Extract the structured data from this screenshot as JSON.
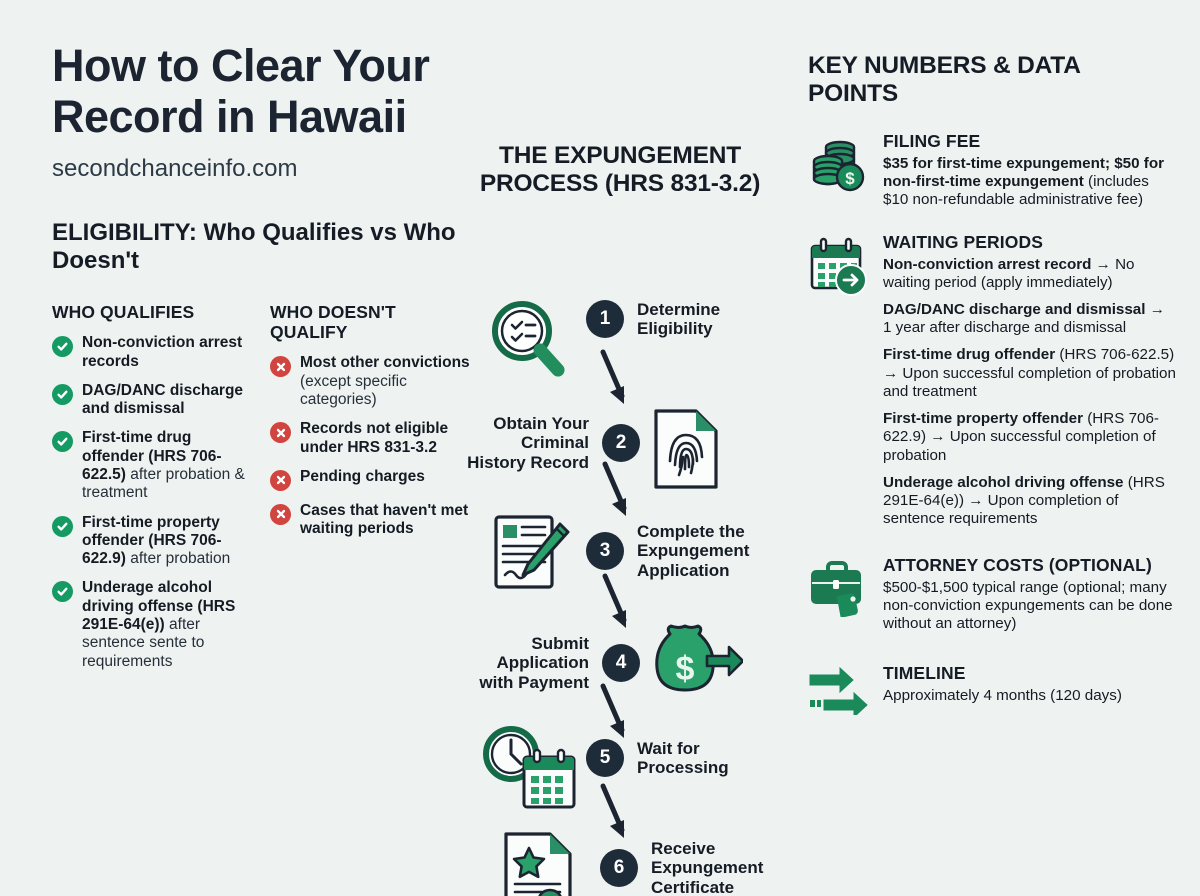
{
  "header": {
    "title": "How to Clear Your Record in Hawaii",
    "site": "secondchanceinfo.com"
  },
  "eligibility": {
    "heading": "ELIGIBILITY: Who Qualifies vs Who Doesn't",
    "qualifies": {
      "heading": "WHO QUALIFIES",
      "items": [
        {
          "bold": "Non-conviction arrest records",
          "light": ""
        },
        {
          "bold": "DAG/DANC discharge and dismissal",
          "light": ""
        },
        {
          "bold": "First-time drug offender (HRS 706-622.5)",
          "light": " after probation & treatment"
        },
        {
          "bold": "First-time property offender (HRS 706-622.9)",
          "light": " after probation"
        },
        {
          "bold": "Underage alcohol driving offense (HRS 291E-64(e))",
          "light": " after sentence sente to requirements"
        }
      ]
    },
    "doesnt": {
      "heading": "WHO DOESN'T QUALIFY",
      "items": [
        {
          "bold": "Most other convictions",
          "light": " (except specific categories)"
        },
        {
          "bold": "Records not eligible under HRS 831-3.2",
          "light": ""
        },
        {
          "bold": "Pending charges",
          "light": ""
        },
        {
          "bold": "Cases that haven't met waiting periods",
          "light": ""
        }
      ]
    }
  },
  "process": {
    "title": "THE EXPUNGEMENT PROCESS (HRS 831-3.2)",
    "steps": [
      {
        "num": "1",
        "label": "Determine Eligibility",
        "side": "right",
        "icon": "magnifier-checklist-icon"
      },
      {
        "num": "2",
        "label": "Obtain Your Criminal History Record",
        "side": "left",
        "icon": "fingerprint-document-icon"
      },
      {
        "num": "3",
        "label": "Complete the Expungement Application",
        "side": "right",
        "icon": "form-pen-icon"
      },
      {
        "num": "4",
        "label": "Submit Application with Payment",
        "side": "left",
        "icon": "money-bag-arrow-icon"
      },
      {
        "num": "5",
        "label": "Wait for Processing",
        "side": "right",
        "icon": "clock-calendar-icon"
      },
      {
        "num": "6",
        "label": "Receive Expungement Certificate",
        "side": "right",
        "icon": "certificate-icon"
      }
    ]
  },
  "key_numbers": {
    "title": "KEY NUMBERS & DATA POINTS",
    "blocks": [
      {
        "icon": "coins-stack-icon",
        "title": "FILING FEE",
        "lines": [
          {
            "bold": "$35 for first-time expungement; $50 for non-first-time expungement",
            "light": " (includes $10 non-refundable administrative fee)"
          }
        ]
      },
      {
        "icon": "calendar-arrow-icon",
        "title": "WAITING PERIODS",
        "lines": [
          {
            "bold": "Non-conviction arrest record",
            "light": " → No waiting period (apply immediately)"
          },
          {
            "bold": "DAG/DANC discharge and dismissal",
            "light": " → 1 year after discharge and dismissal"
          },
          {
            "bold": "First-time drug offender",
            "light": " (HRS 706-622.5) → Upon successful completion of probation and treatment"
          },
          {
            "bold": "First-time property offender",
            "light": " (HRS 706-622.9) → Upon successful completion of probation"
          },
          {
            "bold": "Underage alcohol driving offense",
            "light": " (HRS 291E-64(e)) → Upon completion of sentence requirements"
          }
        ]
      },
      {
        "icon": "briefcase-tag-icon",
        "title": "ATTORNEY COSTS (OPTIONAL)",
        "lines": [
          {
            "bold": "",
            "light": "$500-$1,500 typical range (optional; many non-conviction expungements can be done without an attorney)"
          }
        ]
      },
      {
        "icon": "double-arrow-icon",
        "title": "TIMELINE",
        "lines": [
          {
            "bold": "",
            "light": "Approximately 4 months (120 days)"
          }
        ]
      }
    ]
  },
  "colors": {
    "background": "#eef3f1",
    "ink": "#1b2430",
    "green": "#1b8a5a",
    "green_dark": "#146b46",
    "green_mid": "#2aa06a",
    "red": "#d0453f",
    "step_circle": "#1e2b38"
  }
}
